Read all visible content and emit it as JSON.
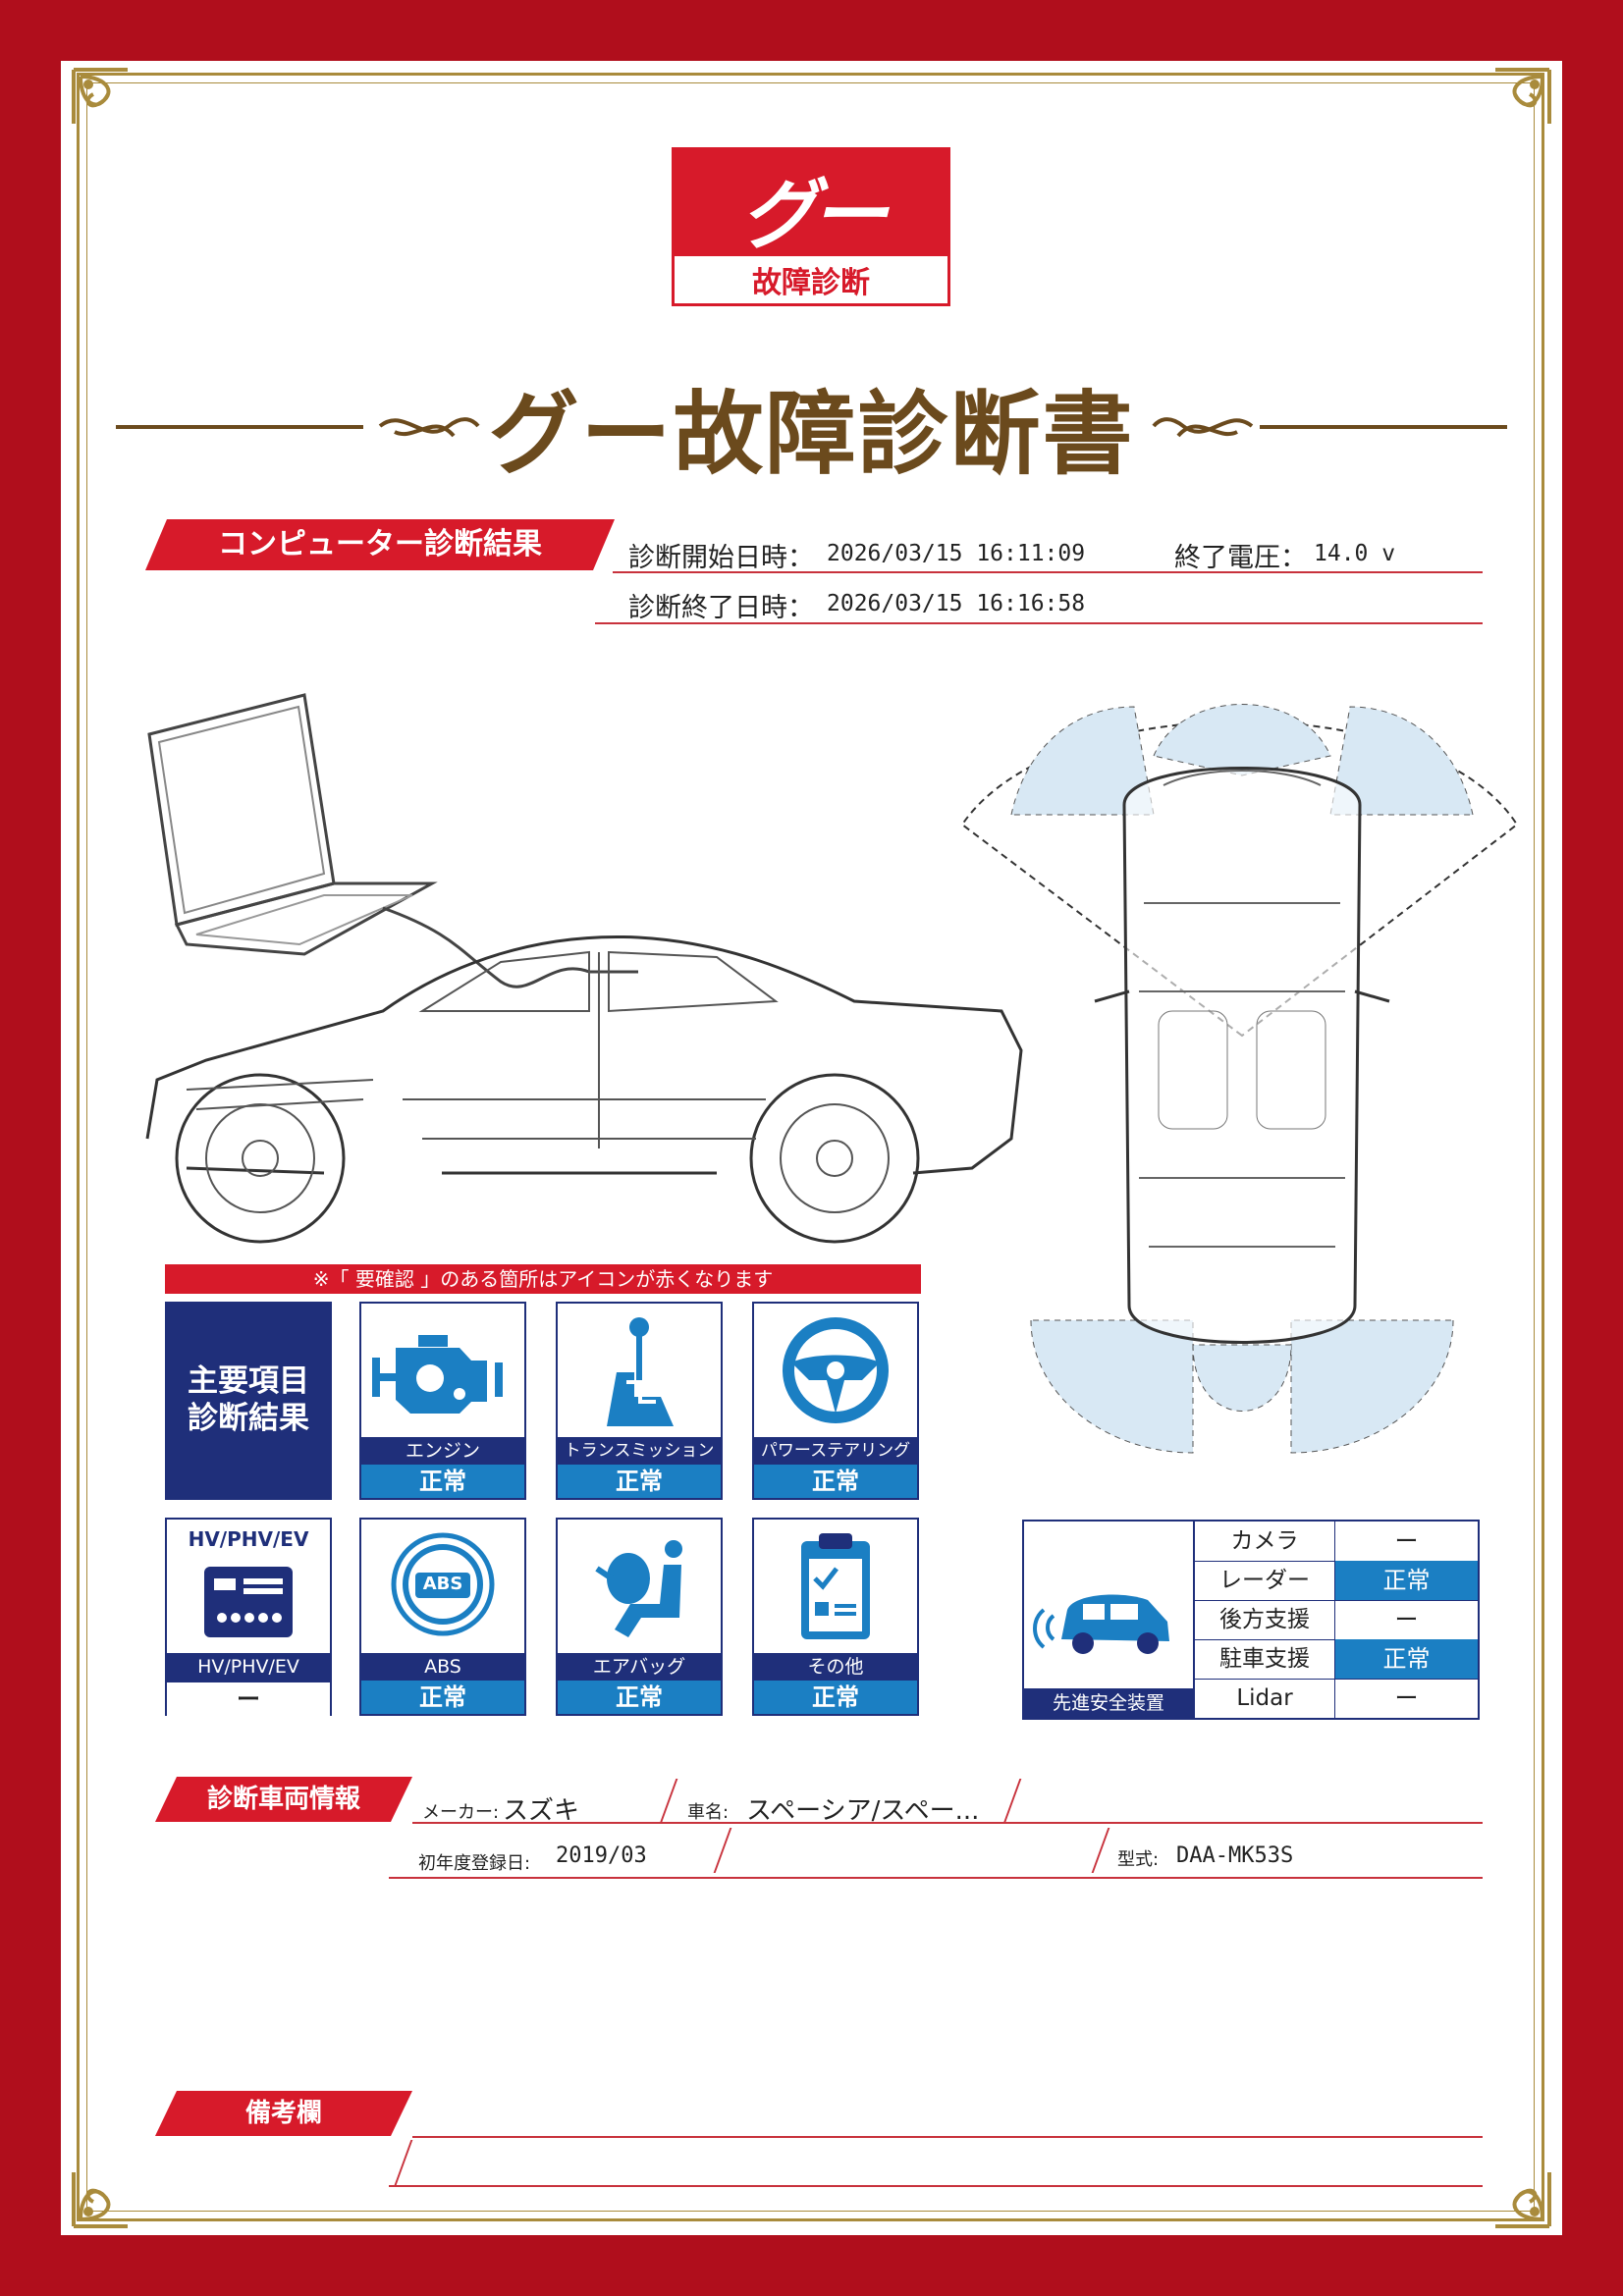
{
  "logo": {
    "mark": "グー",
    "subtitle": "故障診断"
  },
  "title": "グー故障診断書",
  "computer_diag": {
    "heading": "コンピューター診断結果",
    "start_label": "診断開始日時：",
    "start_value": "2026/03/15 16:11:09",
    "voltage_label": "終了電圧：",
    "voltage_value": "14.0 v",
    "end_label": "診断終了日時：",
    "end_value": "2026/03/15 16:16:58"
  },
  "notice": "※「 要確認 」のある箇所はアイコンが赤くなります",
  "main_items": {
    "heading_line1": "主要項目",
    "heading_line2": "診断結果",
    "items": [
      {
        "label": "エンジン",
        "status": "正常",
        "icon": "engine-icon"
      },
      {
        "label": "トランスミッション",
        "status": "正常",
        "icon": "gear-shift-icon"
      },
      {
        "label": "パワーステアリング",
        "status": "正常",
        "icon": "steering-wheel-icon"
      },
      {
        "label": "HV/PHV/EV",
        "status": "ー",
        "icon": "battery-icon",
        "badge": "HV/PHV/EV"
      },
      {
        "label": "ABS",
        "status": "正常",
        "icon": "abs-icon",
        "badge": "ABS"
      },
      {
        "label": "エアバッグ",
        "status": "正常",
        "icon": "airbag-icon"
      },
      {
        "label": "その他",
        "status": "正常",
        "icon": "clipboard-icon"
      }
    ]
  },
  "adas": {
    "caption": "先進安全装置",
    "rows": [
      {
        "name": "カメラ",
        "value": "ー"
      },
      {
        "name": "レーダー",
        "value": "正常"
      },
      {
        "name": "後方支援",
        "value": "ー"
      },
      {
        "name": "駐車支援",
        "value": "正常"
      },
      {
        "name": "Lidar",
        "value": "ー"
      }
    ]
  },
  "vehicle": {
    "heading": "診断車両情報",
    "maker_label": "メーカー:",
    "maker_value": "スズキ",
    "name_label": "車名:",
    "name_value": "スペーシア/スペー...",
    "reg_label": "初年度登録日:",
    "reg_value": "2019/03",
    "model_label": "型式:",
    "model_value": "DAA-MK53S"
  },
  "remarks": {
    "heading": "備考欄"
  },
  "colors": {
    "red": "#d71a2a",
    "navy": "#1f2f7a",
    "blue": "#1b7fc3",
    "gold": "#a98b3c",
    "brown": "#6b4a1d"
  }
}
